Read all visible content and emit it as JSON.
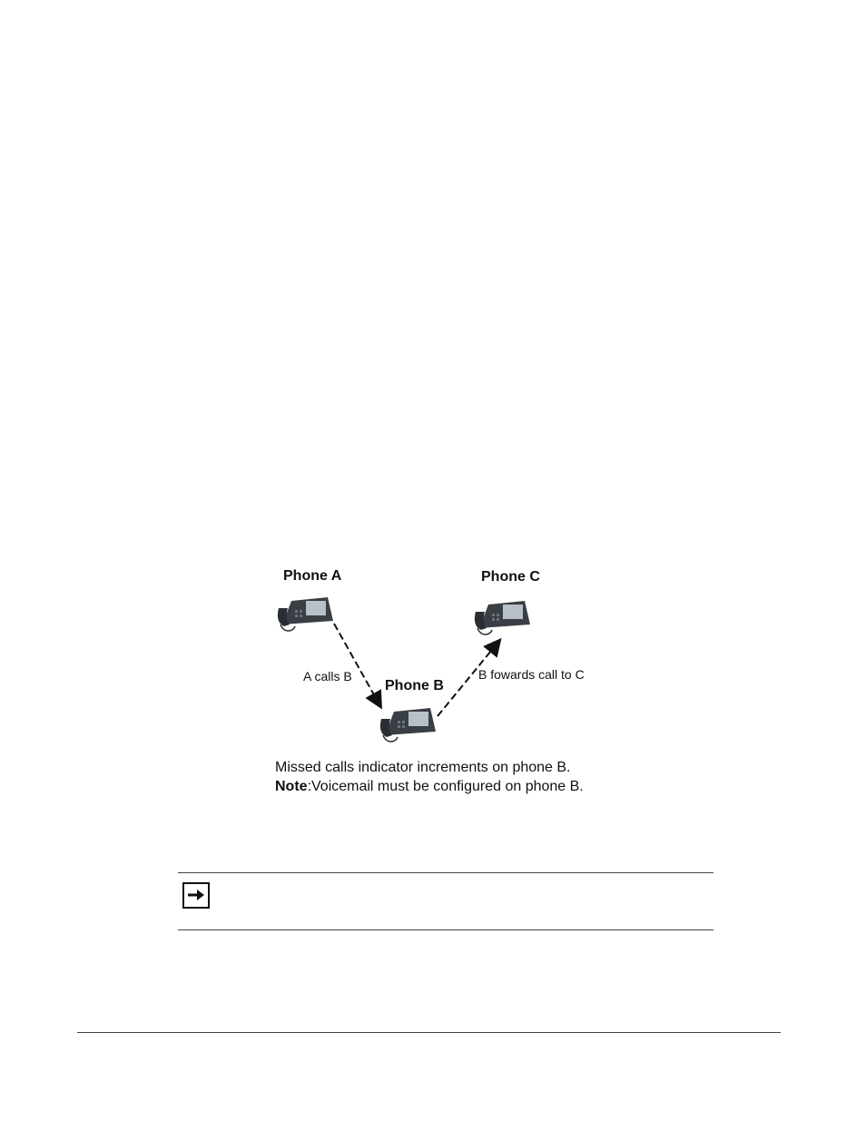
{
  "diagram": {
    "phone_a_label": "Phone A",
    "phone_b_label": "Phone B",
    "phone_c_label": "Phone C",
    "arrow_a_to_b_label": "A calls B",
    "arrow_b_to_c_label": "B fowards call to C",
    "caption_line1": "Missed calls indicator increments on phone B.",
    "caption_note_prefix": "Note",
    "caption_note_text": ":Voicemail must be configured on phone B."
  },
  "note_icon": "right-arrow-icon",
  "colors": {
    "text": "#111111",
    "phone_body": "#3a3f45",
    "phone_screen": "#b9c1c8",
    "rule": "#444444"
  }
}
